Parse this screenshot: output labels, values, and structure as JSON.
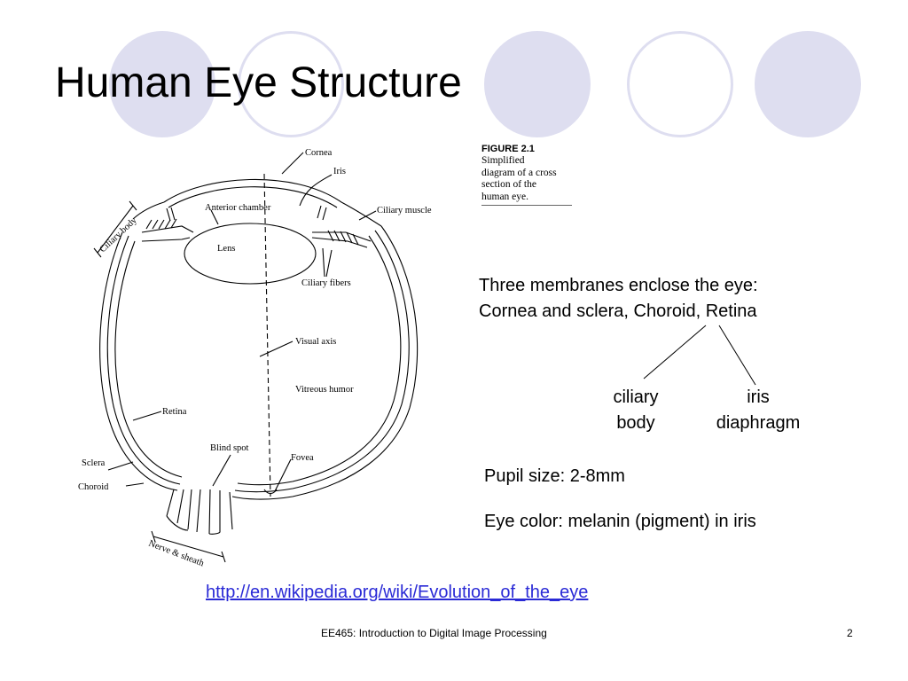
{
  "slide": {
    "title": "Human Eye Structure",
    "slide_number": "2",
    "footer": "EE465: Introduction to Digital Image Processing"
  },
  "figure": {
    "caption_title": "FIGURE 2.1",
    "caption_lines": [
      "Simplified",
      "diagram of a cross",
      "section of the",
      "human eye."
    ],
    "labels": {
      "cornea": "Cornea",
      "iris": "Iris",
      "ciliary_body": "Ciliary body",
      "anterior_chamber": "Anterior chamber",
      "ciliary_muscle": "Ciliary muscle",
      "lens": "Lens",
      "ciliary_fibers": "Ciliary fibers",
      "visual_axis": "Visual axis",
      "vitreous_humor": "Vitreous humor",
      "retina": "Retina",
      "blind_spot": "Blind spot",
      "fovea": "Fovea",
      "sclera": "Sclera",
      "choroid": "Choroid",
      "nerve_sheath": "Nerve & sheath"
    }
  },
  "content": {
    "membranes_line1": "Three membranes enclose the eye:",
    "membranes_line2": "Cornea and sclera, Choroid, Retina",
    "branch_left_line1": "ciliary",
    "branch_left_line2": "body",
    "branch_right_line1": "iris",
    "branch_right_line2": "diaphragm",
    "pupil_size": "Pupil size: 2-8mm",
    "eye_color": "Eye color: melanin (pigment) in iris",
    "link": "http://en.wikipedia.org/wiki/Evolution_of_the_eye"
  },
  "colors": {
    "decor_circle": "#dedef0",
    "link": "#2a2ad6"
  }
}
